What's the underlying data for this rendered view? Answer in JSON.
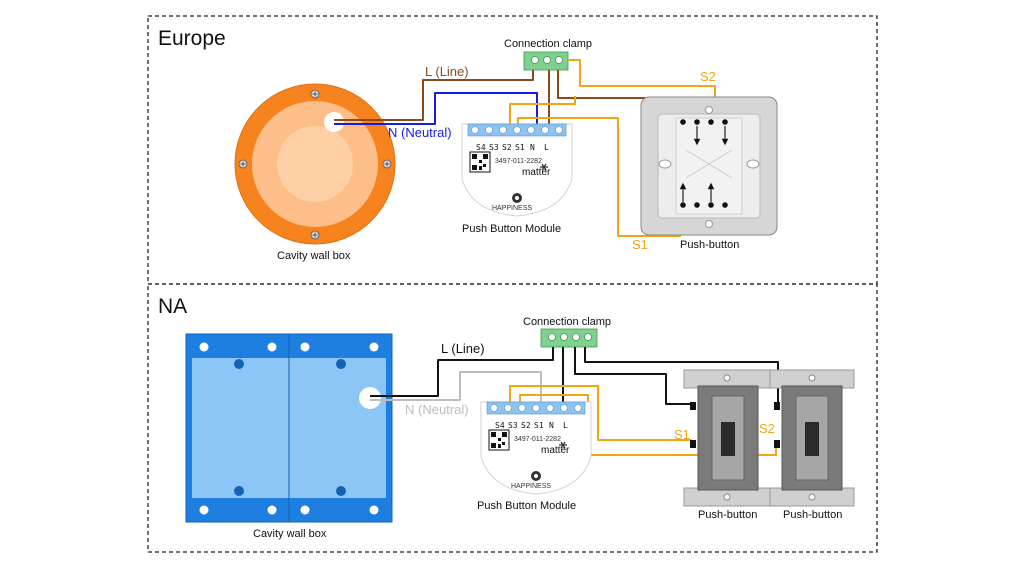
{
  "colors": {
    "line_eu": "#8B4A1C",
    "neutral_eu": "#1A1AE6",
    "switch_wire": "#F4A516",
    "line_na": "#111111",
    "neutral_na": "#BDBDBD",
    "box_orange": "#F7831E",
    "box_orange_inner": "#FDBE8A",
    "box_blue": "#1E7FE0",
    "box_blue_inner": "#8CC6F7",
    "clamp_green": "#7FCF8E",
    "terminal_blue": "#8EC3F0"
  },
  "europe": {
    "title": "Europe",
    "clamp_label": "Connection clamp",
    "line_label": "L (Line)",
    "neutral_label": "N (Neutral)",
    "s1_label": "S1",
    "s2_label": "S2",
    "module_label": "Push Button Module",
    "box_label": "Cavity wall box",
    "switch_label": "Push-button"
  },
  "na": {
    "title": "NA",
    "clamp_label": "Connection clamp",
    "line_label": "L (Line)",
    "neutral_label": "N (Neutral)",
    "s1_label": "S1",
    "s2_label": "S2",
    "module_label": "Push Button Module",
    "box_label": "Cavity wall box",
    "switch1_label": "Push-button",
    "switch2_label": "Push-button"
  },
  "module": {
    "pins": [
      "S4",
      "S3",
      "S2",
      "S1",
      "N",
      "L"
    ],
    "model": "3497-011-2282",
    "brand": "matter",
    "maker": "HAPPINESS"
  },
  "icons": {
    "qr": "qr-code-icon",
    "matter": "matter-logo-icon",
    "maker": "maker-logo-icon"
  }
}
